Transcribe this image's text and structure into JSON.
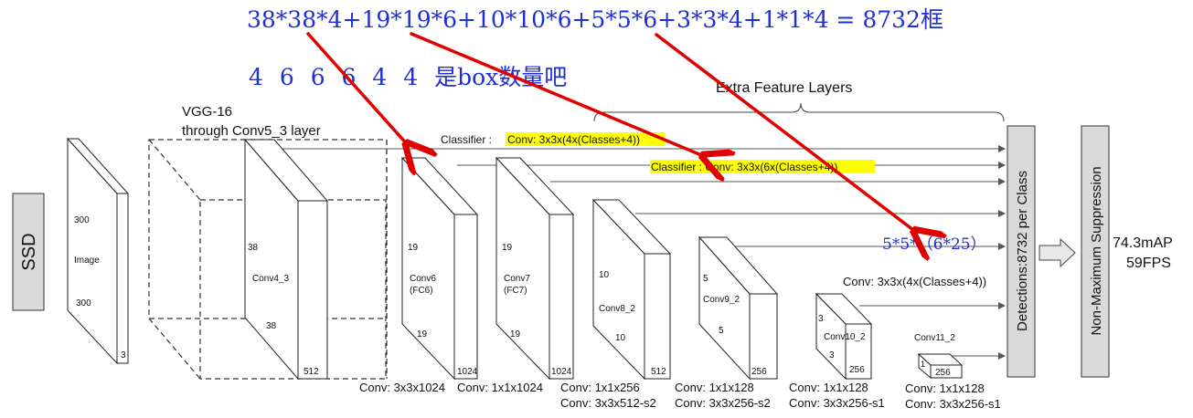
{
  "annotations": {
    "formula": "38*38*4+19*19*6+10*10*6+5*5*6+3*3*4+1*1*4 = 8732框",
    "box_counts": "4 6 6 6 4 4 是box数量吧",
    "five_by_five": "5*5*（6*25）",
    "color": "#1f2fd6",
    "arrow_color": "#e00000"
  },
  "labels": {
    "ssd": "SSD",
    "vgg_line1": "VGG-16",
    "vgg_line2": "through Conv5_3 layer",
    "extra": "Extra Feature Layers",
    "classifier1_prefix": "Classifier : ",
    "classifier1_text": "Conv: 3x3x(4x(Classes+4))",
    "classifier2_text": "Classifier : Conv: 3x3x(6x(Classes+4))",
    "classifier3_text": "Conv: 3x3x(4x(Classes+4))",
    "highlight_color": "#ffff00",
    "detections": "Detections:8732  per Class",
    "nms": "Non-Maximum Suppression",
    "map": "74.3mAP",
    "fps": "59FPS"
  },
  "image": {
    "name": "Image",
    "top": "300",
    "bottom": "300",
    "depth": "3"
  },
  "layers": [
    {
      "name": "Conv4_3",
      "size": "38",
      "size2": "38",
      "depth": "512",
      "conv": ""
    },
    {
      "name": "Conv6",
      "name2": "(FC6)",
      "size": "19",
      "size2": "19",
      "depth": "1024",
      "conv": "Conv: 3x3x1024"
    },
    {
      "name": "Conv7",
      "name2": "(FC7)",
      "size": "19",
      "size2": "19",
      "depth": "1024",
      "conv": "Conv: 1x1x1024"
    },
    {
      "name": "Conv8_2",
      "size": "10",
      "size2": "10",
      "depth": "512",
      "conv": "Conv: 1x1x256",
      "conv2": "Conv: 3x3x512-s2"
    },
    {
      "name": "Conv9_2",
      "size": "5",
      "size2": "5",
      "depth": "256",
      "conv": "Conv: 1x1x128",
      "conv2": "Conv: 3x3x256-s2"
    },
    {
      "name": "Conv10_2",
      "size": "3",
      "size2": "3",
      "depth": "256",
      "conv": "Conv: 1x1x128",
      "conv2": "Conv: 3x3x256-s1"
    },
    {
      "name": "Conv11_2",
      "size": "1",
      "depth": "256",
      "conv": "Conv: 1x1x128",
      "conv2": "Conv: 3x3x256-s1"
    }
  ]
}
